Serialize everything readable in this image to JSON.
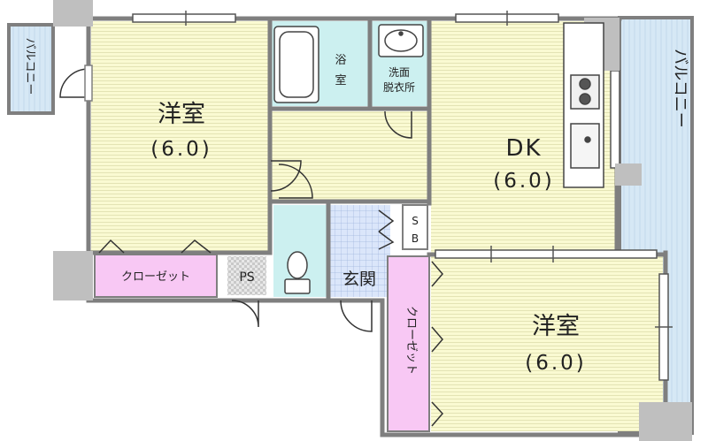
{
  "rooms": {
    "western_room_left": {
      "name": "洋室",
      "size": "(6.0)"
    },
    "dk": {
      "name": "DK",
      "size": "(6.0)"
    },
    "western_room_right": {
      "name": "洋室",
      "size": "(6.0)"
    },
    "bath": {
      "label_line1": "浴",
      "label_line2": "室"
    },
    "washroom": {
      "label_line1": "洗面",
      "label_line2": "脱衣所"
    },
    "entrance": {
      "name": "玄関"
    },
    "shoe_box": {
      "label_line1": "S",
      "label_line2": "B"
    },
    "pipe_space": {
      "name": "PS"
    },
    "closet_left": {
      "name": "クローゼット"
    },
    "closet_right": {
      "name": "クローゼット"
    },
    "balcony_left": {
      "name": "バルコニー"
    },
    "balcony_right": {
      "name": "バルコニー"
    }
  },
  "colors": {
    "wall": "#7f7f7f",
    "pillar": "#bfbfbf",
    "tatami_floor": "#fafad2",
    "wet_area": "#ccf0f0",
    "entrance_tile": "#dbe6fa",
    "closet": "#f8c8f4",
    "balcony": "#d6e8f5"
  }
}
